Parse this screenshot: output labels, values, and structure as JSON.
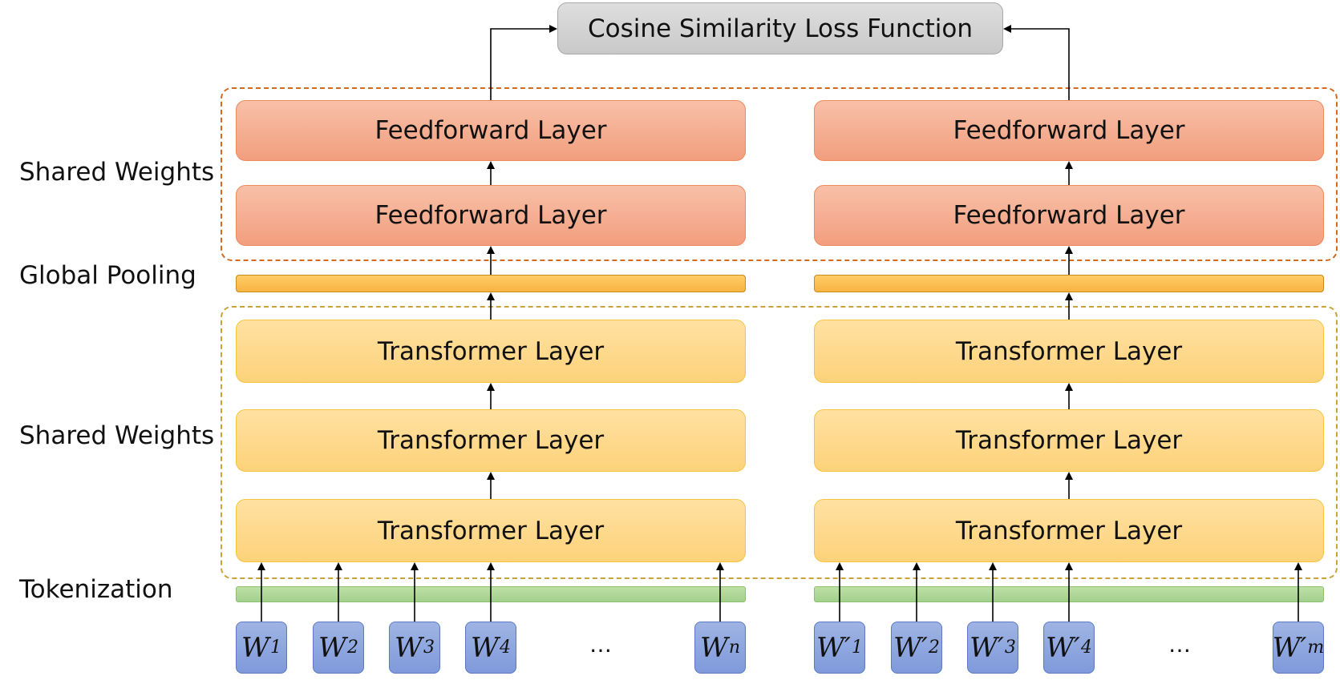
{
  "loss": {
    "label": "Cosine Similarity Loss Function"
  },
  "side_labels": {
    "shared_weights_top": "Shared Weights",
    "global_pooling": "Global Pooling",
    "shared_weights_bottom": "Shared Weights",
    "tokenization": "Tokenization"
  },
  "left_tower": {
    "feedforward_top": "Feedforward Layer",
    "feedforward_bottom": "Feedforward Layer",
    "transformer_top": "Transformer Layer",
    "transformer_middle": "Transformer Layer",
    "transformer_bottom": "Transformer Layer",
    "tokens": [
      {
        "base": "W",
        "sub": "1"
      },
      {
        "base": "W",
        "sub": "2"
      },
      {
        "base": "W",
        "sub": "3"
      },
      {
        "base": "W",
        "sub": "4"
      }
    ],
    "ellipsis": "…",
    "last_token": {
      "base": "W",
      "sub": "n"
    }
  },
  "right_tower": {
    "feedforward_top": "Feedforward Layer",
    "feedforward_bottom": "Feedforward Layer",
    "transformer_top": "Transformer Layer",
    "transformer_middle": "Transformer Layer",
    "transformer_bottom": "Transformer Layer",
    "tokens": [
      {
        "base": "W′",
        "sub": "1"
      },
      {
        "base": "W′",
        "sub": "2"
      },
      {
        "base": "W′",
        "sub": "3"
      },
      {
        "base": "W′",
        "sub": "4"
      }
    ],
    "ellipsis": "…",
    "last_token": {
      "base": "W′",
      "sub": "m"
    }
  },
  "colors": {
    "feedforward": "#f4a888",
    "transformer": "#fed987",
    "pooling": "#f9bb4f",
    "tokenization": "#a9d494",
    "token": "#8ba6e0",
    "loss": "#d4d4d4",
    "dashed_top": "#d46a1e",
    "dashed_bottom": "#c9a23a"
  }
}
